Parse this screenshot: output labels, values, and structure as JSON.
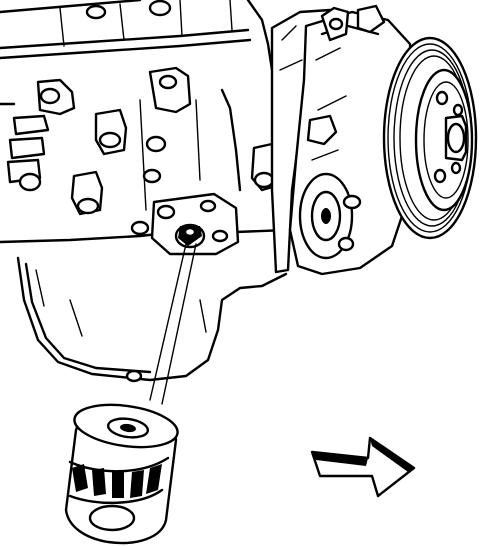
{
  "figure": {
    "style": "black-and-white service manual line drawing",
    "background": "#ffffff",
    "line_color": "#000000",
    "parts": [
      "engine-block",
      "oil-filter-mounting-boss",
      "ac-compressor",
      "compressor-drive-pulley",
      "oil-pan",
      "oil-filter",
      "view-direction-arrow"
    ],
    "view_arrow_icon": "right-arrow-icon",
    "text_labels": []
  }
}
